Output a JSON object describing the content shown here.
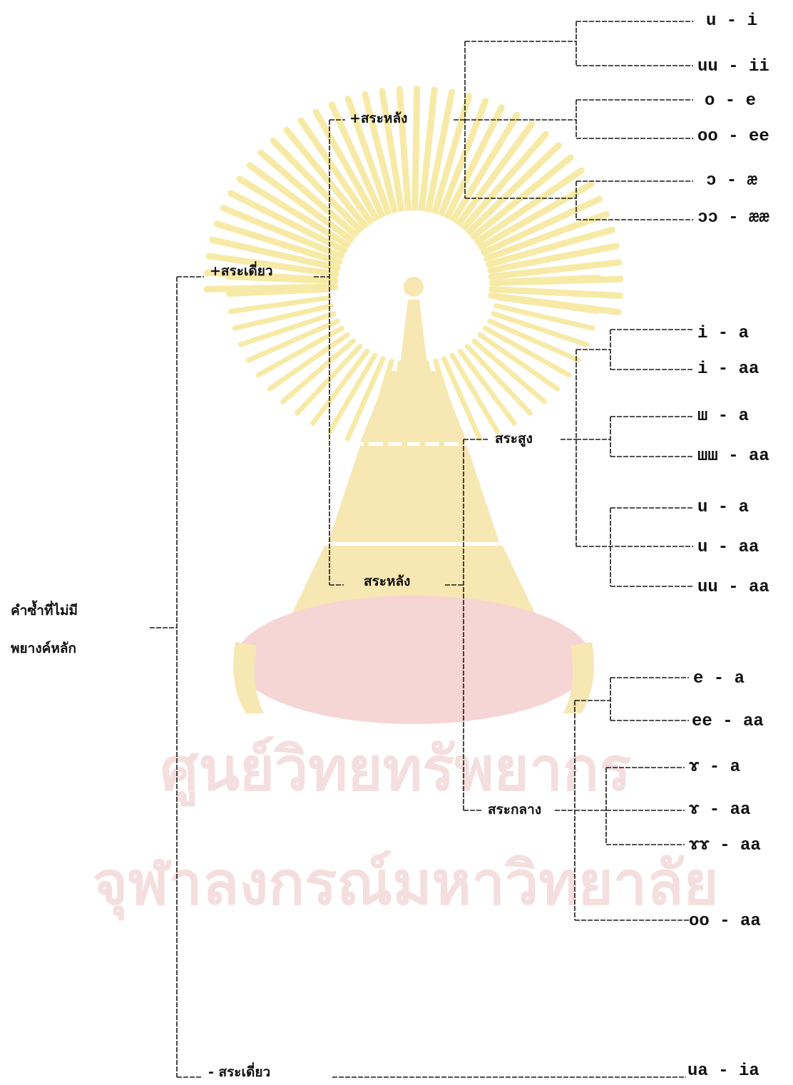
{
  "watermark": {
    "line1": "ศูนย์วิทยทรัพยากร",
    "line2": "จุฬาลงกรณ์มหาวิทยาลัย",
    "colors": {
      "rays": "#f6eaa6",
      "emblem": "#f7e7b3",
      "base": "#f6d5d5",
      "text": "#f4dede"
    }
  },
  "tree": {
    "root": {
      "line1": "คำซ้ำที่ไม่มี",
      "line2": "พยางค์หลัก"
    },
    "branch_plus_single": "+สระเดี่ยว",
    "branch_minus_single": "- สระเดี่ยว",
    "branch_plus_back": "+สระหลัง",
    "branch_minus_back": "สระหลัง",
    "branch_high": "สระสูง",
    "branch_mid": "สระกลาง",
    "leaves_back": [
      "u - i",
      "uu - ii",
      "o - e",
      "oo - ee",
      "ɔ - æ",
      "ɔɔ - ææ"
    ],
    "leaves_high": [
      "i - a",
      "i - aa",
      "ш - a",
      "шш - aa",
      "u - a",
      "u - aa",
      "uu - aa"
    ],
    "leaves_mid": [
      "e - a",
      "ee - aa",
      "ɤ - a",
      "ɤ - aa",
      "ɤɤ - aa",
      "oo - aa"
    ],
    "leaf_diphthong": "ua - ia"
  }
}
